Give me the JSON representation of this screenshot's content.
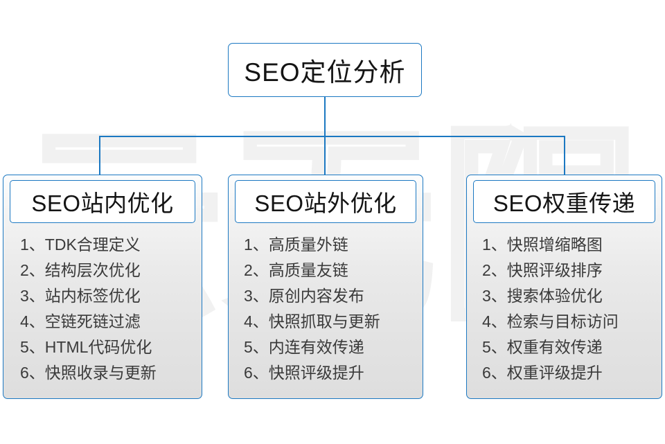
{
  "watermark": {
    "text": "云无限"
  },
  "colors": {
    "border": "#1b78c2",
    "title_text": "#141414",
    "list_text": "#3a3a3a",
    "body_bg_top": "#fdfdfd",
    "body_bg_bottom": "#dedede",
    "page_bg": "#ffffff"
  },
  "root": {
    "title": "SEO定位分析"
  },
  "columns": [
    {
      "title": "SEO站内优化",
      "items": [
        "1、TDK合理定义",
        "2、结构层次优化",
        "3、站内标签优化",
        "4、空链死链过滤",
        "5、HTML代码优化",
        "6、快照收录与更新"
      ]
    },
    {
      "title": "SEO站外优化",
      "items": [
        "1、高质量外链",
        "2、高质量友链",
        "3、原创内容发布",
        "4、快照抓取与更新",
        "5、内连有效传递",
        "6、快照评级提升"
      ]
    },
    {
      "title": "SEO权重传递",
      "items": [
        "1、快照增缩略图",
        "2、快照评级排序",
        "3、搜索体验优化",
        "4、检索与目标访问",
        "5、权重有效传递",
        "6、权重评级提升"
      ]
    }
  ]
}
